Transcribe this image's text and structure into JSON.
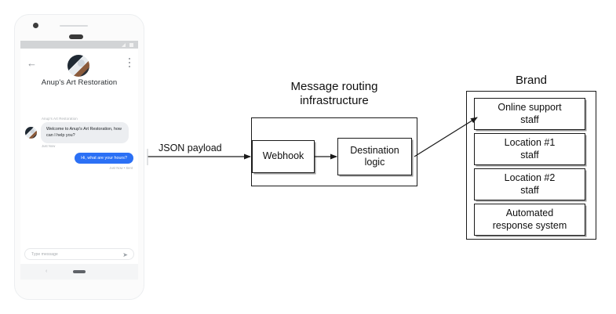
{
  "diagram": {
    "title_absent": true,
    "phone": {
      "statusbar": {
        "signal_icon": "signal-triangle-icon",
        "battery_icon": "battery-icon"
      },
      "header": {
        "back_icon": "back-arrow-icon",
        "menu_icon": "kebab-menu-icon",
        "avatar_icon": "brand-avatar-icon",
        "brand_name": "Anup's Art Restoration"
      },
      "chat": {
        "incoming_sender": "Anup's Art Restoration",
        "incoming_text": "Welcome to Anup's Art Restoration, how can I help you?",
        "incoming_timestamp": "Just Now",
        "outgoing_text": "Hi, what are your hours?",
        "outgoing_timestamp": "Just Now • Sent",
        "avatar_icon": "sender-avatar-icon",
        "composer_placeholder": "Type message",
        "send_icon": "send-icon"
      },
      "navbar": {
        "back_icon": "nav-back-icon",
        "home_icon": "nav-home-pill-icon"
      }
    },
    "edges": {
      "json_payload_label": "JSON payload"
    },
    "routing": {
      "caption_line1": "Message routing",
      "caption_line2": "infrastructure",
      "nodes": [
        {
          "label": "Webhook"
        },
        {
          "label_line1": "Destination",
          "label_line2": "logic"
        }
      ]
    },
    "brand": {
      "caption": "Brand",
      "nodes": [
        {
          "line1": "Online support",
          "line2": "staff"
        },
        {
          "line1": "Location #1",
          "line2": "staff"
        },
        {
          "line1": "Location #2",
          "line2": "staff"
        },
        {
          "line1": "Automated",
          "line2": "response system"
        }
      ]
    },
    "colors": {
      "stroke": "#1a1a1a",
      "shadow": "#9a9a9a",
      "bubble_in": "#eceef1",
      "bubble_out": "#2b70f5",
      "statusbar": "#d2d4d6"
    }
  }
}
